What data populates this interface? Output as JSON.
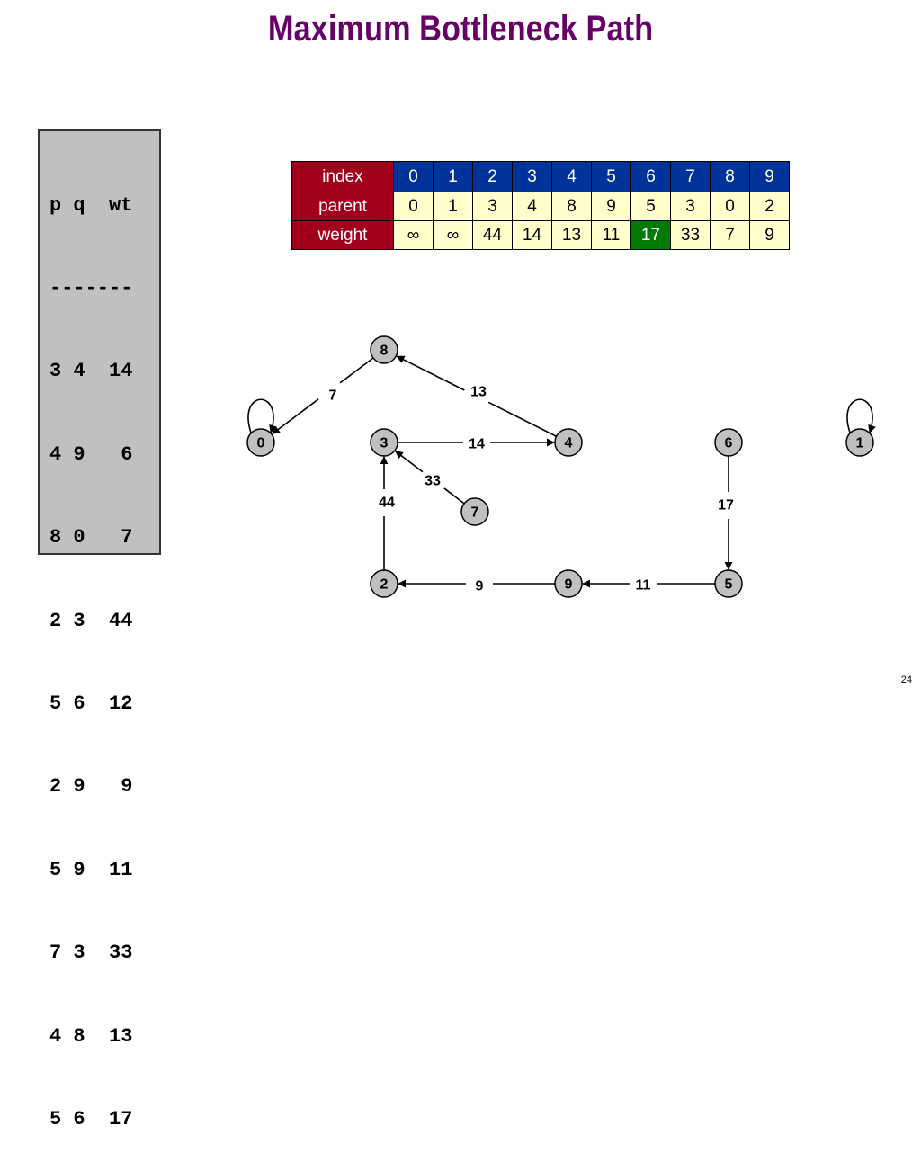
{
  "title": "Maximum Bottleneck Path",
  "edge_list": {
    "header": "p q  wt",
    "separator": "-------",
    "rows": [
      "3 4  14",
      "4 9   6",
      "8 0   7",
      "2 3  44",
      "5 6  12",
      "2 9   9",
      "5 9  11",
      "7 3  33",
      "4 8  13",
      "5 6  17"
    ]
  },
  "table": {
    "row_labels": [
      "index",
      "parent",
      "weight"
    ],
    "index": [
      "0",
      "1",
      "2",
      "3",
      "4",
      "5",
      "6",
      "7",
      "8",
      "9"
    ],
    "parent": [
      "0",
      "1",
      "3",
      "4",
      "8",
      "9",
      "5",
      "3",
      "0",
      "2"
    ],
    "weight": [
      "∞",
      "∞",
      "44",
      "14",
      "13",
      "11",
      "17",
      "33",
      "7",
      "9"
    ],
    "highlight_index": 6,
    "highlight_color": "#007a00"
  },
  "graph": {
    "nodes": [
      "0",
      "1",
      "2",
      "3",
      "4",
      "5",
      "6",
      "7",
      "8",
      "9"
    ],
    "edges": [
      {
        "from": "4",
        "to": "8",
        "label": "13"
      },
      {
        "from": "8",
        "to": "0",
        "label": "7"
      },
      {
        "from": "3",
        "to": "4",
        "label": "14"
      },
      {
        "from": "7",
        "to": "3",
        "label": "33"
      },
      {
        "from": "2",
        "to": "3",
        "label": "44"
      },
      {
        "from": "9",
        "to": "2",
        "label": "9"
      },
      {
        "from": "5",
        "to": "9",
        "label": "11"
      },
      {
        "from": "6",
        "to": "5",
        "label": "17"
      },
      {
        "from": "0",
        "to": "0",
        "label": ""
      },
      {
        "from": "1",
        "to": "1",
        "label": ""
      }
    ]
  },
  "colors": {
    "title": "#660066",
    "header_cell": "#a0001c",
    "index_cell": "#003399",
    "value_cell": "#ffffcc",
    "node_fill": "#c0c0c0"
  },
  "page_number": "24"
}
